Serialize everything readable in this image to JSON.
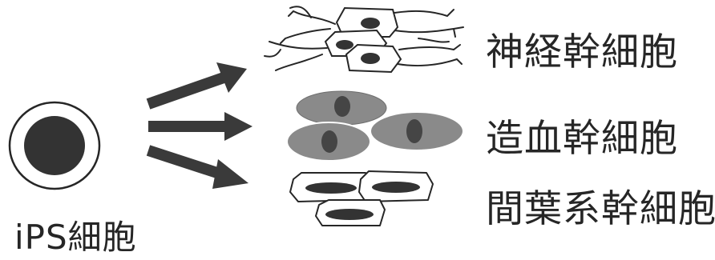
{
  "labels": {
    "neural": "神経幹細胞",
    "hematopoietic": "造血幹細胞",
    "mesenchymal": "間葉系幹細胞",
    "ips": "iPS細胞"
  },
  "colors": {
    "ink": "#262626",
    "nucleus": "#3a3a3a",
    "blood_cell": "#8a8a8a",
    "blood_nucleus": "#454545"
  }
}
